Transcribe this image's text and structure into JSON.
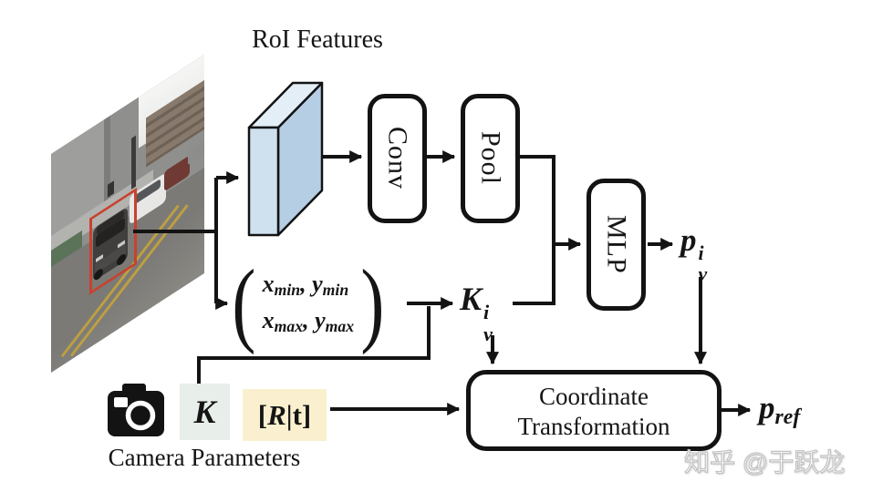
{
  "diagram": {
    "roi_label": "RoI Features",
    "conv_label": "Conv",
    "pool_label": "Pool",
    "mlp_label": "MLP",
    "coord_box": {
      "line1": "Coordinate",
      "line2": "Transformation"
    }
  },
  "math": {
    "bbox_expr": {
      "open": "(",
      "close": ")",
      "row1": {
        "a": "x",
        "a_sub": "min",
        "sep": ", ",
        "b": "y",
        "b_sub": "min"
      },
      "row2": {
        "a": "x",
        "a_sub": "max",
        "sep": ", ",
        "b": "y",
        "b_sub": "max"
      }
    },
    "kvi": {
      "base": "K",
      "sup": "i",
      "sub": "v"
    },
    "pvi": {
      "base": "p",
      "sup": "i",
      "sub": "v"
    },
    "pref": {
      "base": "p",
      "sub": "ref"
    }
  },
  "camera": {
    "k_label": "K",
    "rt_open": "[",
    "rt_r": "R",
    "rt_rest": "|t]",
    "caption": "Camera Parameters",
    "icon": "camera-icon"
  },
  "watermark": "知乎 @于跃龙",
  "colors": {
    "line": "#131313",
    "bbox_red": "#c9412e",
    "k_chip_bg": "#e8eee9",
    "rt_chip_bg": "#faf0cf",
    "cuboid_front": "#cfe0ef",
    "cuboid_top": "#e4eef7",
    "cuboid_side": "#b5cee4"
  }
}
